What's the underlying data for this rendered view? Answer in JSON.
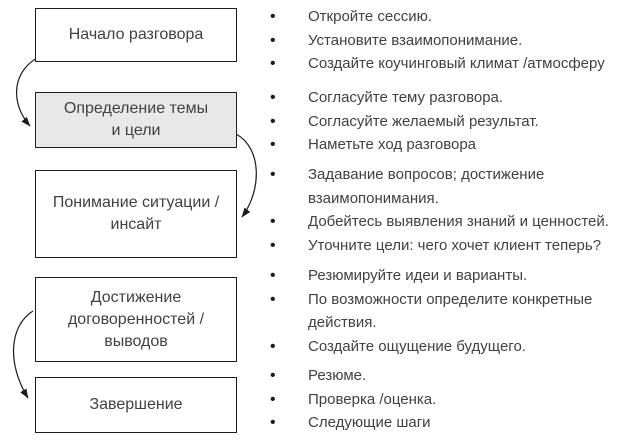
{
  "colors": {
    "background": "#ffffff",
    "box_border": "#1c1c1c",
    "box_fill": "#ffffff",
    "highlight_box_fill": "#e8e8e8",
    "text": "#414141",
    "arrow": "#1c1c1c"
  },
  "icons": {
    "bullet": "•"
  },
  "stages": [
    {
      "label": "Начало разговора",
      "lines": [
        "Начало разговора"
      ],
      "highlighted": false
    },
    {
      "label": "Определение темы и цели",
      "lines": [
        "Определение темы",
        "и цели"
      ],
      "highlighted": true
    },
    {
      "label": "Понимание ситуации / инсайт",
      "lines": [
        "Понимание ситуации /",
        "инсайт"
      ],
      "highlighted": false
    },
    {
      "label": "Достижение договоренностей / выводов",
      "lines": [
        "Достижение",
        "договоренностей /",
        "выводов"
      ],
      "highlighted": false
    },
    {
      "label": "Завершение",
      "lines": [
        "Завершение"
      ],
      "highlighted": false
    }
  ],
  "checklists": [
    {
      "stage": "Начало разговора",
      "items": [
        "Откройте сессию.",
        "Установите взаимопонимание.",
        "Создайте коучинговый климат /атмосферу"
      ]
    },
    {
      "stage": "Определение темы и цели",
      "items": [
        "Согласуйте тему разговора.",
        "Согласуйте желаемый результат.",
        "Наметьте ход разговора"
      ]
    },
    {
      "stage": "Понимание ситуации / инсайт",
      "items": [
        "Задавание вопросов; достижение взаимопонимания.",
        "Добейтесь выявления знаний и ценностей.",
        "Уточните цели: чего хочет клиент теперь?"
      ]
    },
    {
      "stage": "Достижение договоренностей / выводов",
      "items": [
        "Резюмируйте идеи и варианты.",
        "По возможности определите конкретные действия.",
        "Создайте ощущение будущего."
      ]
    },
    {
      "stage": "Завершение",
      "items": [
        "Резюме.",
        "Проверка /оценка.",
        "Следующие шаги"
      ]
    }
  ]
}
